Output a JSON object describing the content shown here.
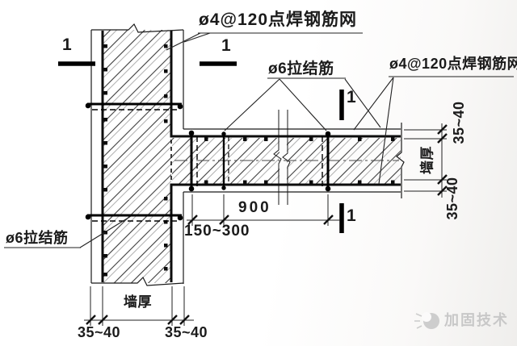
{
  "drawing": {
    "annotations": {
      "welded_mesh_top": "ø4@120点焊钢筋网",
      "welded_mesh_right": "ø4@120点焊钢筋网",
      "tie_bar_top": "ø6拉结筋",
      "tie_bar_bottom": "ø6拉结筋"
    },
    "dimensions": {
      "tie_spacing_900": "900",
      "tie_edge_spacing": "150~300",
      "wall_thickness_bottom": "墙厚",
      "wall_thickness_right": "墙厚",
      "layer_thickness_bottom_left": "35~40",
      "layer_thickness_bottom_right": "35~40",
      "layer_thickness_right_top": "35~40",
      "layer_thickness_right_bottom": "35~40"
    },
    "section": {
      "label": "1"
    },
    "watermark": {
      "text": "加固技术"
    },
    "colors": {
      "line": "#1a1a1a",
      "watermark": "#c8c8c8",
      "background": "#fdfdfd"
    }
  }
}
